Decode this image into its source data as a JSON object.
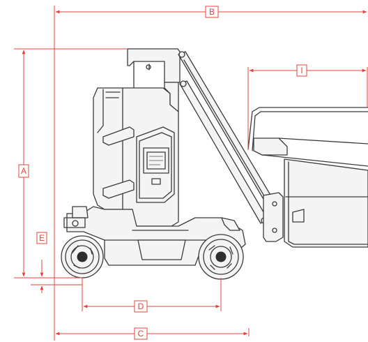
{
  "diagram": {
    "colors": {
      "dimension": "#e0443e",
      "machine": "#3a3a3a"
    },
    "labels": {
      "A": "A",
      "B": "B",
      "C": "C",
      "D": "D",
      "E": "E",
      "I": "I"
    }
  }
}
